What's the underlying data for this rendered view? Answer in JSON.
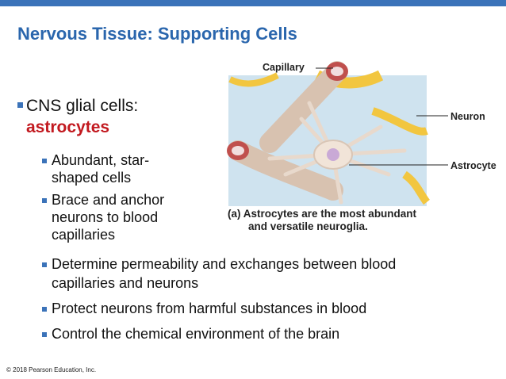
{
  "slide": {
    "title": "Nervous Tissue: Supporting Cells",
    "bullet_main_prefix": "CNS glial cells:",
    "bullet_main_accent": "astrocytes",
    "sub_bullets": [
      [
        "Abundant, star-",
        "shaped cells"
      ],
      [
        "Brace and anchor",
        "neurons to blood",
        "capillaries"
      ],
      [
        "Determine permeability and exchanges between blood",
        "capillaries and neurons"
      ],
      [
        "Protect neurons from harmful substances in blood"
      ],
      [
        "Control the chemical environment of the brain"
      ]
    ],
    "footer": "© 2018 Pearson Education, Inc."
  },
  "figure": {
    "label_capillary": "Capillary",
    "label_neuron": "Neuron",
    "label_astrocyte": "Astrocyte",
    "caption_line1": "(a) Astrocytes are the most abundant",
    "caption_line2": "and versatile neuroglia."
  },
  "colors": {
    "title": "#2a66ad",
    "accent": "#c2191f",
    "top_bar": "#3b73b9",
    "bullet": "#3b73b9"
  }
}
